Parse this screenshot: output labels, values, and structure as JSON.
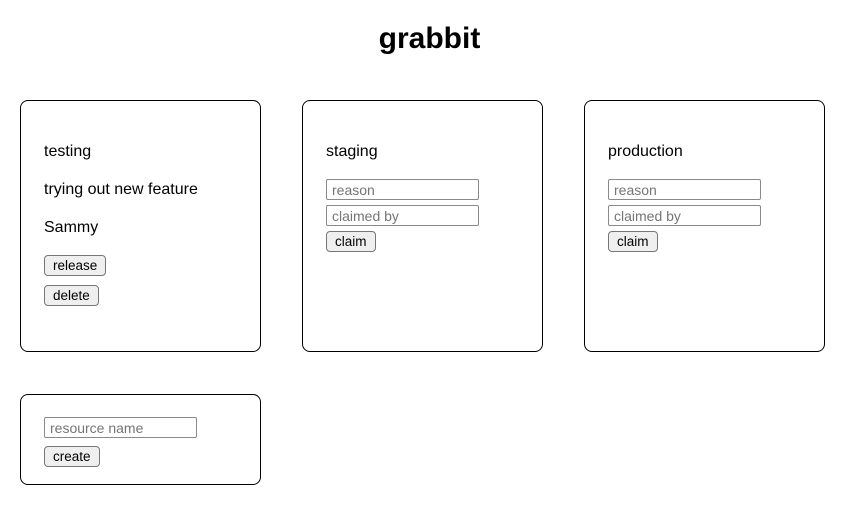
{
  "app": {
    "title": "grabbit"
  },
  "cards": [
    {
      "name": "testing",
      "reason": "trying out new feature",
      "claimed_by": "Sammy",
      "release_label": "release",
      "delete_label": "delete"
    },
    {
      "name": "staging",
      "reason_placeholder": "reason",
      "claimed_by_placeholder": "claimed by",
      "claim_label": "claim"
    },
    {
      "name": "production",
      "reason_placeholder": "reason",
      "claimed_by_placeholder": "claimed by",
      "claim_label": "claim"
    }
  ],
  "create_form": {
    "name_placeholder": "resource name",
    "create_label": "create"
  },
  "colors": {
    "card_border": "#000000",
    "button_bg": "#efefef",
    "button_border": "#767676",
    "input_border": "#8a8a8a",
    "placeholder_text": "#757575"
  }
}
